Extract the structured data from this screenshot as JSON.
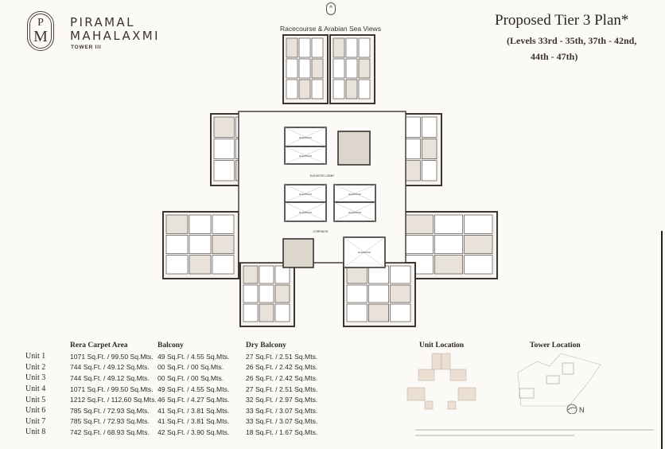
{
  "brand": {
    "logo_letters": "PM",
    "line1": "PIRAMAL",
    "line2": "MAHALAXMI",
    "tower": "TOWER III"
  },
  "header": {
    "title": "Proposed Tier 3 Plan*",
    "levels_line1": "(Levels 33rd - 35th, 37th - 42nd,",
    "levels_line2": "44th - 47th)",
    "views_label": "Racecourse & Arabian Sea Views",
    "north_icon": "chevron-up-in-circle"
  },
  "plan": {
    "elevator": "ELEVATOR",
    "lobby": "ELEVATOR LOBBY",
    "corridor": "CORRIDOR"
  },
  "table": {
    "headers": [
      "",
      "Rera Carpet Area",
      "Balcony",
      "Dry Balcony"
    ],
    "rows": [
      {
        "unit": "Unit 1",
        "carpet": "1071 Sq.Ft. / 99.50 Sq.Mts.",
        "balcony": "49 Sq.Ft. / 4.55 Sq.Mts.",
        "dry": "27 Sq.Ft. / 2.51 Sq.Mts."
      },
      {
        "unit": "Unit 2",
        "carpet": "744 Sq.Ft. / 49.12 Sq.Mts.",
        "balcony": "00 Sq.Ft. / 00 Sq.Mts.",
        "dry": "26 Sq.Ft. / 2.42 Sq.Mts."
      },
      {
        "unit": "Unit 3",
        "carpet": "744 Sq.Ft. / 49.12 Sq.Mts.",
        "balcony": "00 Sq.Ft. / 00 Sq.Mts.",
        "dry": "26 Sq.Ft. / 2.42 Sq.Mts."
      },
      {
        "unit": "Unit 4",
        "carpet": "1071 Sq.Ft. / 99.50 Sq.Mts.",
        "balcony": "49 Sq.Ft. / 4.55 Sq.Mts.",
        "dry": "27 Sq.Ft. / 2.51 Sq.Mts."
      },
      {
        "unit": "Unit 5",
        "carpet": "1212 Sq.Ft. / 112.60 Sq.Mts.",
        "balcony": "46 Sq.Ft. / 4.27 Sq.Mts.",
        "dry": "32 Sq.Ft. / 2.97 Sq.Mts."
      },
      {
        "unit": "Unit 6",
        "carpet": "785 Sq.Ft. / 72.93 Sq.Mts.",
        "balcony": "41 Sq.Ft. / 3.81 Sq.Mts.",
        "dry": "33 Sq.Ft. / 3.07 Sq.Mts."
      },
      {
        "unit": "Unit 7",
        "carpet": "785 Sq.Ft. / 72.93 Sq.Mts.",
        "balcony": "41 Sq.Ft. / 3.81 Sq.Mts.",
        "dry": "33 Sq.Ft. / 3.07 Sq.Mts."
      },
      {
        "unit": "Unit 8",
        "carpet": "742 Sq.Ft. / 68.93 Sq.Mts.",
        "balcony": "42 Sq.Ft. / 3.90 Sq.Mts.",
        "dry": "18 Sq.Ft. / 1.67 Sq.Mts."
      }
    ]
  },
  "unit_location": {
    "title": "Unit Location",
    "fill": "#eadfd2"
  },
  "tower_location": {
    "title": "Tower Location",
    "north_label": "N"
  },
  "colors": {
    "wall": "#3a3432",
    "accent_fill": "#eadfd2",
    "background": "#fbfaf6"
  }
}
